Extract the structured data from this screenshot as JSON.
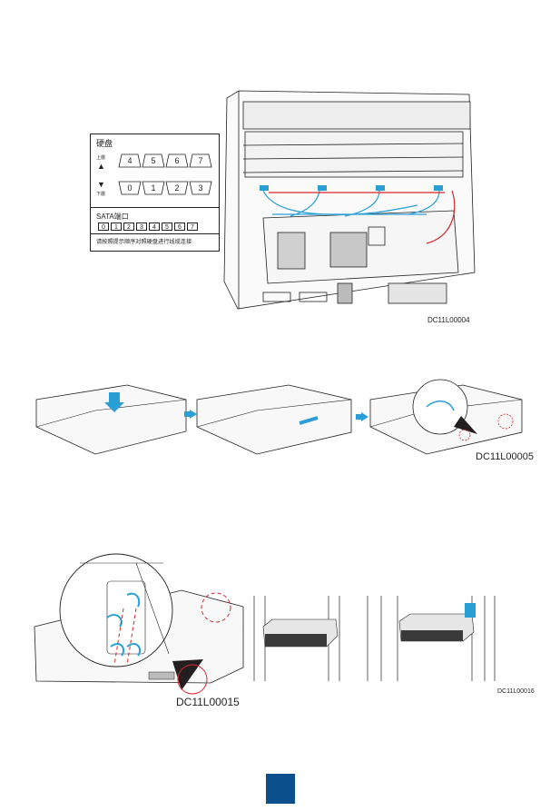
{
  "figure1": {
    "code": "DC11L00004",
    "panel": {
      "title": "硬盘",
      "upper_layer": "上層",
      "lower_layer": "下層",
      "upper_slots": [
        "4",
        "5",
        "6",
        "7"
      ],
      "lower_slots": [
        "0",
        "1",
        "2",
        "3"
      ],
      "sata_title": "SATA端口",
      "sata_ports": [
        "0",
        "1",
        "2",
        "3",
        "4",
        "5",
        "6",
        "7"
      ],
      "note": "请按照提示顺序对照硬盘进行线缆连接"
    }
  },
  "figure2": {
    "code": "DC11L00005"
  },
  "figure3": {
    "code": "DC11L00015"
  },
  "figure4": {
    "code": "DC11L00016"
  },
  "colors": {
    "accent": "#2a9fd6",
    "cable_red": "#d7262d",
    "page_badge": "#0b4f8c",
    "line": "#231f20"
  }
}
